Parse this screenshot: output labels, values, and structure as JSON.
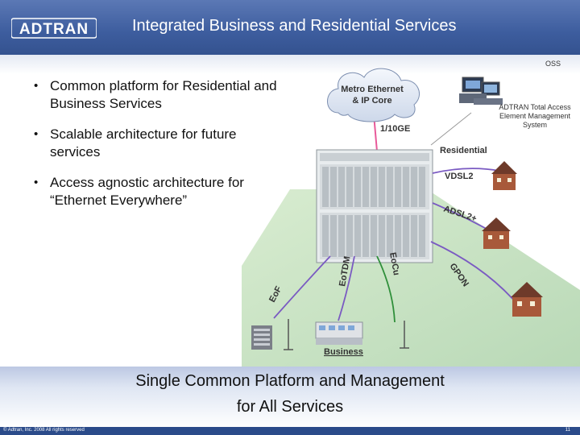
{
  "header": {
    "logo_text": "ADTRAN",
    "title": "Integrated Business and Residential Services"
  },
  "oss_label": "OSS",
  "bullets": [
    "Common platform for Residential and Business Services",
    "Scalable architecture for future services",
    "Access agnostic architecture for “Ethernet Everywhere”"
  ],
  "diagram": {
    "cloud_line1": "Metro Ethernet",
    "cloud_line2": "& IP Core",
    "uplink_label": "1/10GE",
    "ems_label": "ADTRAN Total Access Element Management System",
    "residential_label": "Residential",
    "business_label": "Business",
    "links": {
      "vdsl2": "VDSL2",
      "adsl2": "ADSL2+",
      "gpon": "GPON",
      "eocu": "EoCu",
      "eotdm": "EoTDM",
      "eof": "EoF"
    }
  },
  "tagline": {
    "line1": "Single Common Platform and Management",
    "line2": "for All Services"
  },
  "footer": {
    "copyright": "© Adtran, Inc. 2008 All rights reserved",
    "page_number": "11"
  }
}
